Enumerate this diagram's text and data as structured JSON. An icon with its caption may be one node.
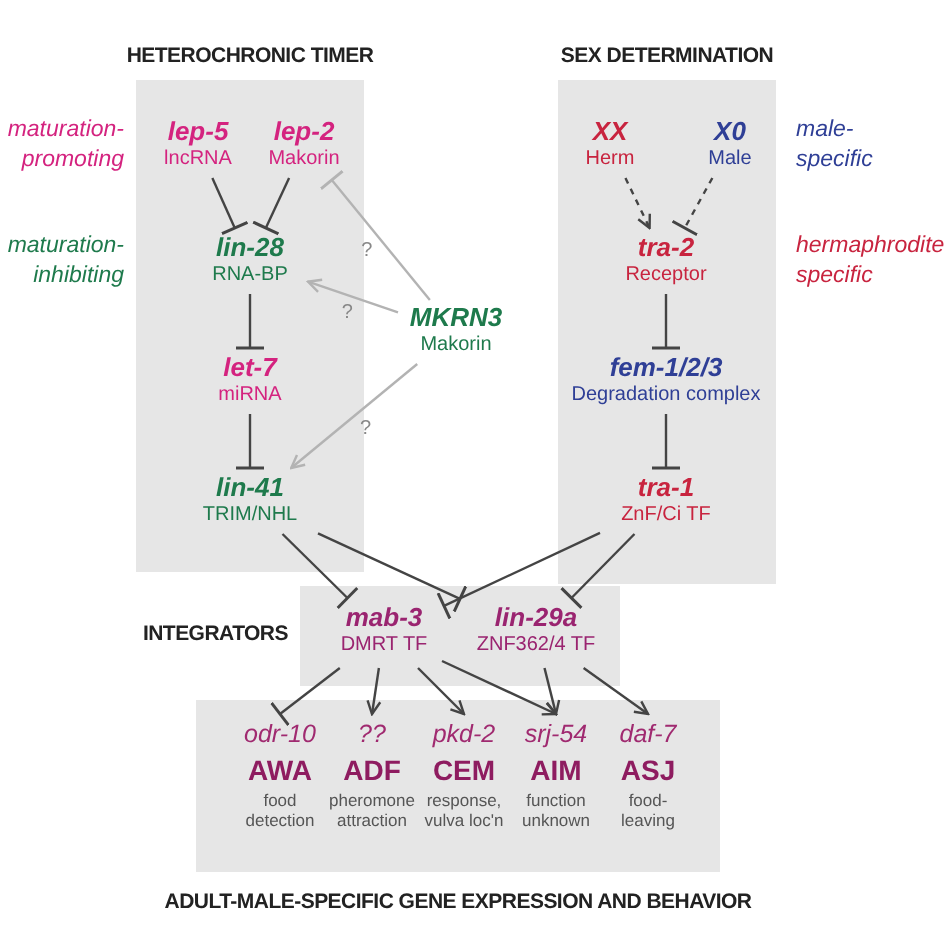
{
  "diagram": {
    "nodes": [
      {
        "text": [
          "HETEROCHRONIC TIMER"
        ]
      },
      {
        "text": [
          "lep-5",
          "lncRNA"
        ],
        "in": 0
      },
      {
        "text": [
          "lep-2",
          "Makorin"
        ],
        "in": 0
      },
      {
        "text": [
          "lin-28",
          "RNA-BP"
        ],
        "in": 0
      },
      {
        "text": [
          "let-7",
          "miRNA"
        ],
        "in": 0
      },
      {
        "text": [
          "lin-41",
          "TRIM/NHL"
        ],
        "in": 0
      },
      {
        "text": [
          "SEX DETERMINATION"
        ]
      },
      {
        "text": [
          "XX",
          "Herm"
        ],
        "in": 6
      },
      {
        "text": [
          "X0",
          "Male"
        ],
        "in": 6
      },
      {
        "text": [
          "tra-2",
          "Receptor"
        ],
        "in": 6
      },
      {
        "text": [
          "fem-1/2/3",
          "Degradation complex"
        ],
        "in": 6
      },
      {
        "text": [
          "tra-1",
          "ZnF/Ci TF"
        ],
        "in": 6
      },
      {
        "text": [
          "MKRN3",
          "Makorin"
        ]
      },
      {
        "text": [
          "INTEGRATORS"
        ]
      },
      {
        "text": [
          "mab-3",
          "DMRT TF"
        ],
        "in": 13
      },
      {
        "text": [
          "lin-29a",
          "ZNF362/4 TF"
        ],
        "in": 13
      },
      {
        "text": [
          "ADULT-MALE-SPECIFIC GENE EXPRESSION AND BEHAVIOR"
        ]
      },
      {
        "text": [
          "odr-10",
          "AWA",
          "food detection"
        ],
        "in": 16
      },
      {
        "text": [
          "??",
          "ADF",
          "pheromone attraction"
        ],
        "in": 16
      },
      {
        "text": [
          "pkd-2",
          "CEM",
          "response, vulva loc'n"
        ],
        "in": 16
      },
      {
        "text": [
          "srj-54",
          "AIM",
          "function unknown"
        ],
        "in": 16
      },
      {
        "text": [
          "daf-7",
          "ASJ",
          "food-leaving"
        ],
        "in": 16
      }
    ],
    "edges": [
      {
        "from": 1,
        "to": 3,
        "arrow": "other"
      },
      {
        "from": 2,
        "to": 3,
        "arrow": "other"
      },
      {
        "from": 3,
        "to": 4,
        "arrow": "other"
      },
      {
        "from": 4,
        "to": 5,
        "arrow": "other"
      },
      {
        "from": 12,
        "to": 2,
        "arrow": "other",
        "label": "?",
        "color": "#b3b3b3"
      },
      {
        "from": 12,
        "to": 3,
        "arrow": "to",
        "label": "?",
        "color": "#b3b3b3"
      },
      {
        "from": 12,
        "to": 5,
        "arrow": "to",
        "label": "?",
        "color": "#b3b3b3"
      },
      {
        "from": 7,
        "to": 9,
        "arrow": "to",
        "style": "dashed"
      },
      {
        "from": 8,
        "to": 9,
        "arrow": "other",
        "style": "dashed"
      },
      {
        "from": 9,
        "to": 10,
        "arrow": "other"
      },
      {
        "from": 10,
        "to": 11,
        "arrow": "other"
      },
      {
        "from": 5,
        "to": 14,
        "arrow": "other"
      },
      {
        "from": 5,
        "to": 15,
        "arrow": "other"
      },
      {
        "from": 11,
        "to": 14,
        "arrow": "other"
      },
      {
        "from": 11,
        "to": 15,
        "arrow": "other"
      },
      {
        "from": 14,
        "to": 17,
        "arrow": "other"
      },
      {
        "from": 14,
        "to": 18,
        "arrow": "to"
      },
      {
        "from": 14,
        "to": 19,
        "arrow": "to"
      },
      {
        "from": 14,
        "to": 20,
        "arrow": "to"
      },
      {
        "from": 15,
        "to": 20,
        "arrow": "to"
      },
      {
        "from": 15,
        "to": 21,
        "arrow": "to"
      }
    ],
    "labels": [
      "maturation-promoting",
      "maturation-inhibiting",
      "male-specific",
      "hermaphrodite specific"
    ]
  }
}
